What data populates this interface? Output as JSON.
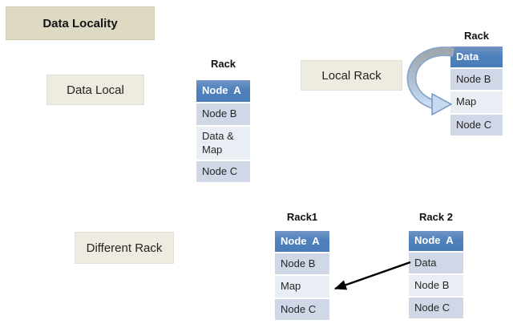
{
  "title": {
    "label": "Data Locality"
  },
  "labels": {
    "data_local": "Data Local",
    "local_rack": "Local Rack",
    "different_rack": "Different Rack"
  },
  "tables": {
    "data_local_rack": {
      "title": "Rack",
      "rows": [
        "Node  A",
        "Node B",
        "Data & Map",
        "Node C"
      ]
    },
    "local_rack_rack": {
      "title": "Rack",
      "rows": [
        "Data",
        "Node B",
        "Map",
        "Node C"
      ]
    },
    "rack1": {
      "title": "Rack1",
      "rows": [
        "Node  A",
        "Node B",
        "Map",
        "Node C"
      ]
    },
    "rack2": {
      "title": "Rack 2",
      "rows": [
        "Node  A",
        "Data",
        "Node B",
        "Node C"
      ]
    }
  },
  "colors": {
    "header_blue": "#4F81BD",
    "band_dark": "#D0D8E8",
    "band_light": "#E9EDF4",
    "title_bg": "#DDD9C3",
    "label_bg": "#EEECE1",
    "curved_arrow_fill": "#C6D9F1",
    "curved_arrow_outline": "#7296C4",
    "straight_arrow": "#000000"
  }
}
